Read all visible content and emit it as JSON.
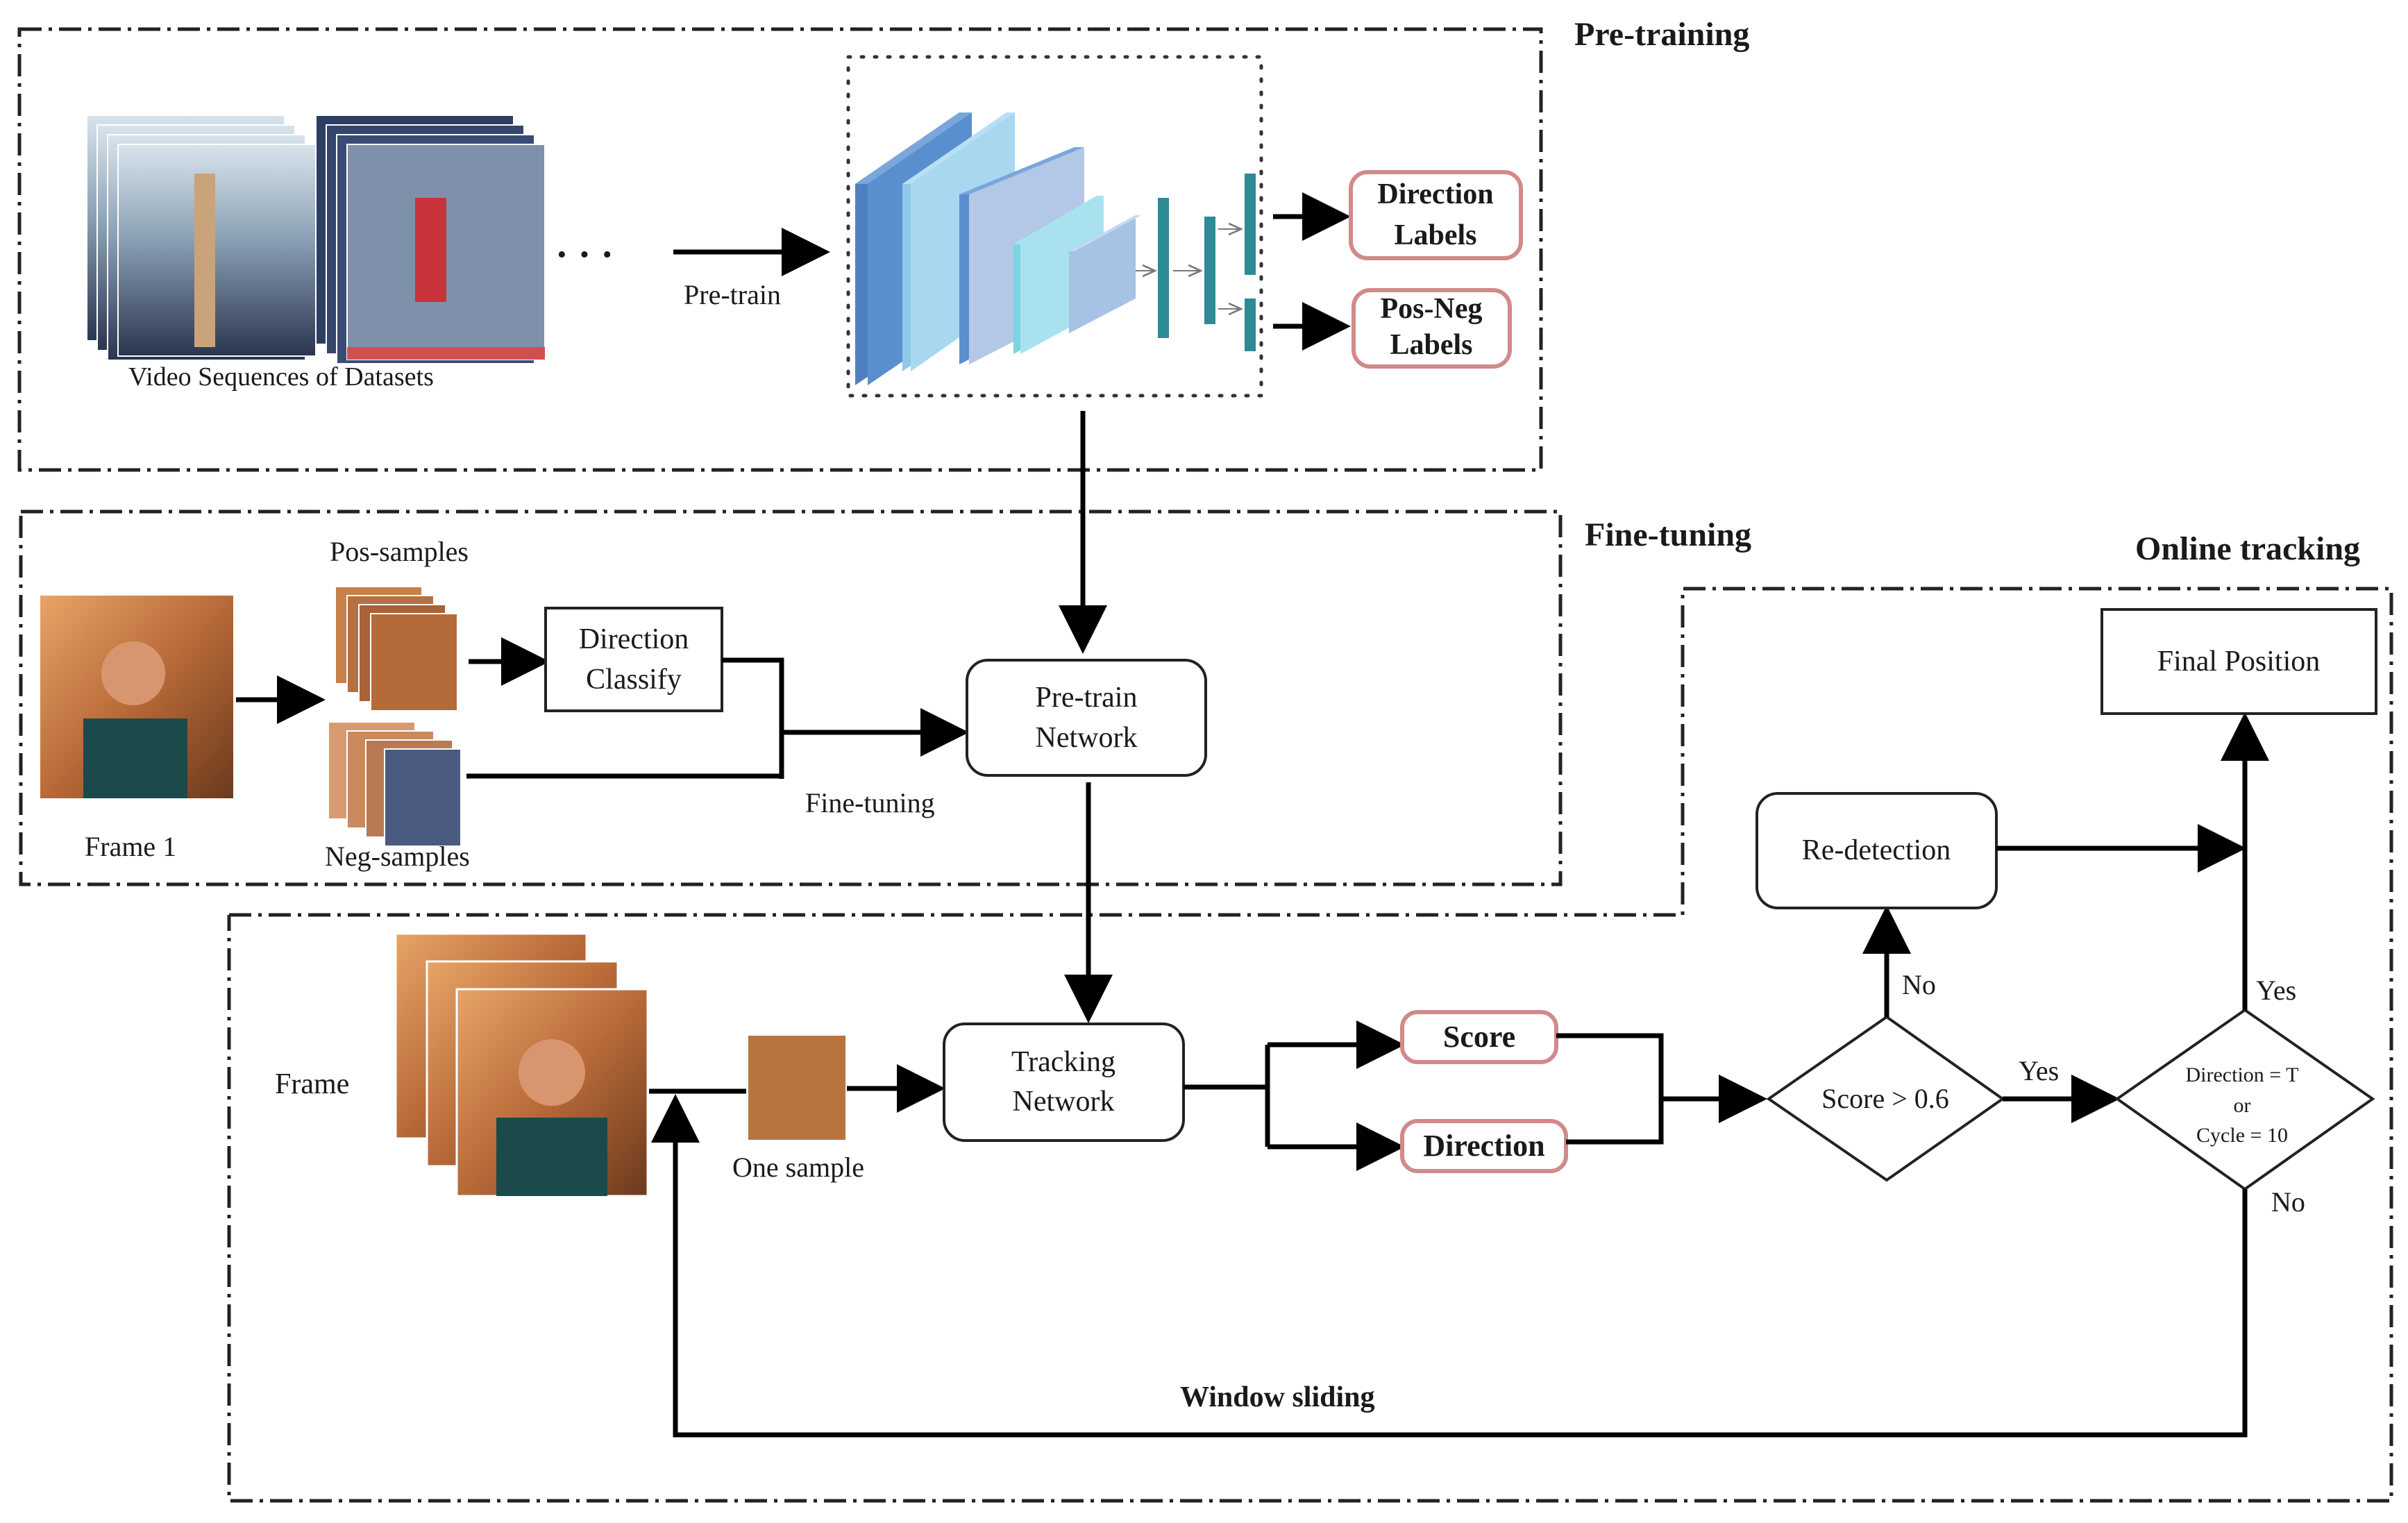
{
  "sections": {
    "pretraining": "Pre-training",
    "finetuning": "Fine-tuning",
    "online": "Online tracking"
  },
  "pretraining": {
    "dataset_caption": "Video Sequences of Datasets",
    "ellipsis": "· · ·",
    "pretrain_label": "Pre-train",
    "direction_labels": [
      "Direction",
      "Labels"
    ],
    "posneg_labels": [
      "Pos-Neg",
      "Labels"
    ]
  },
  "finetuning": {
    "frame1_label": "Frame 1",
    "pos_samples_label": "Pos-samples",
    "neg_samples_label": "Neg-samples",
    "direction_classify": [
      "Direction",
      "Classify"
    ],
    "finetune_edge_label": "Fine-tuning",
    "pretrain_network": [
      "Pre-train",
      "Network"
    ]
  },
  "online": {
    "frame_label": "Frame",
    "one_sample_label": "One sample",
    "tracking_network": [
      "Tracking",
      "Network"
    ],
    "score_output": "Score",
    "direction_output": "Direction",
    "score_decision": "Score > 0.6",
    "redetection": "Re-detection",
    "final_position": "Final Position",
    "direction_decision": [
      "Direction = T",
      "or",
      "Cycle = 10"
    ],
    "no_label_1": "No",
    "yes_label_1": "Yes",
    "yes_label_2": "Yes",
    "no_label_2": "No",
    "window_sliding": "Window sliding"
  },
  "colors": {
    "label_box_border": "#d08a8a",
    "cnn_dark_blue": "#5a8fcf",
    "cnn_light_blue": "#a8c8ec",
    "cnn_cyan": "#7fd3e3",
    "fc_teal": "#2f8a98"
  }
}
